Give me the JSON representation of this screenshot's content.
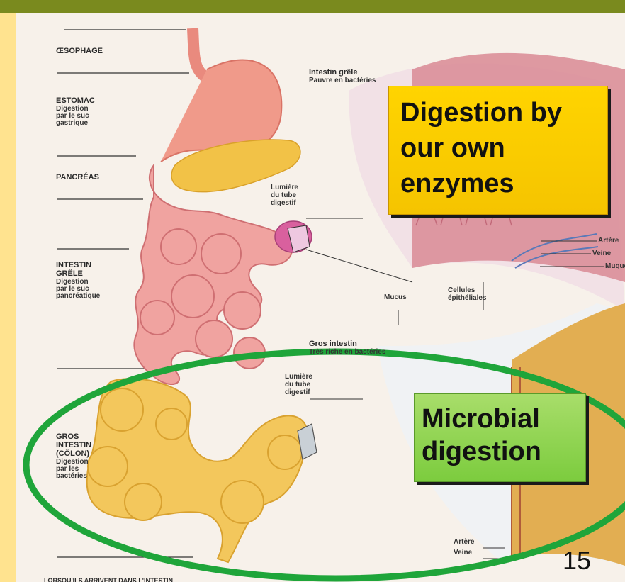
{
  "labels": {
    "oesophage": "ŒSOPHAGE",
    "estomac": "ESTOMAC",
    "estomac_sub": [
      "Digestion",
      "par le suc",
      "gastrique"
    ],
    "pancreas": "PANCRÉAS",
    "intestin_grele": [
      "INTESTIN",
      "GRÊLE"
    ],
    "intestin_grele_sub": [
      "Digestion",
      "par le suc",
      "pancréatique"
    ],
    "gros_intestin": [
      "GROS",
      "INTESTIN",
      "(CÔLON)"
    ],
    "gros_intestin_sub": [
      "Digestion",
      "par les",
      "bactéries"
    ],
    "ig_title": "Intestin grêle",
    "ig_sub": "Pauvre en bactéries",
    "lumiere_1": [
      "Lumière",
      "du tube",
      "digestif"
    ],
    "lumiere_2": [
      "Lumière",
      "du tube",
      "digestif"
    ],
    "artere": "Artère",
    "veine": "Veine",
    "muqueuse": "Muqueuse",
    "mucus": "Mucus",
    "cellules": [
      "Cellules",
      "épithéliales"
    ],
    "gi_title": "Gros intestin",
    "gi_sub": "Très riche en bactéries",
    "artere_2": "Artère",
    "veine_2": "Veine",
    "bottom_text": "LORSQU'ILS ARRIVENT DANS L'INTESTIN"
  },
  "callouts": {
    "own_enzymes": "Digestion by our own enzymes",
    "microbial": "Microbial digestion"
  },
  "page_number": "15",
  "colors": {
    "frame": "#ffe38f",
    "top_bar": "#7a8a1e",
    "yellow_callout": "#ffd400",
    "green_callout": "#8fd050",
    "ellipse": "#1fa53a"
  }
}
